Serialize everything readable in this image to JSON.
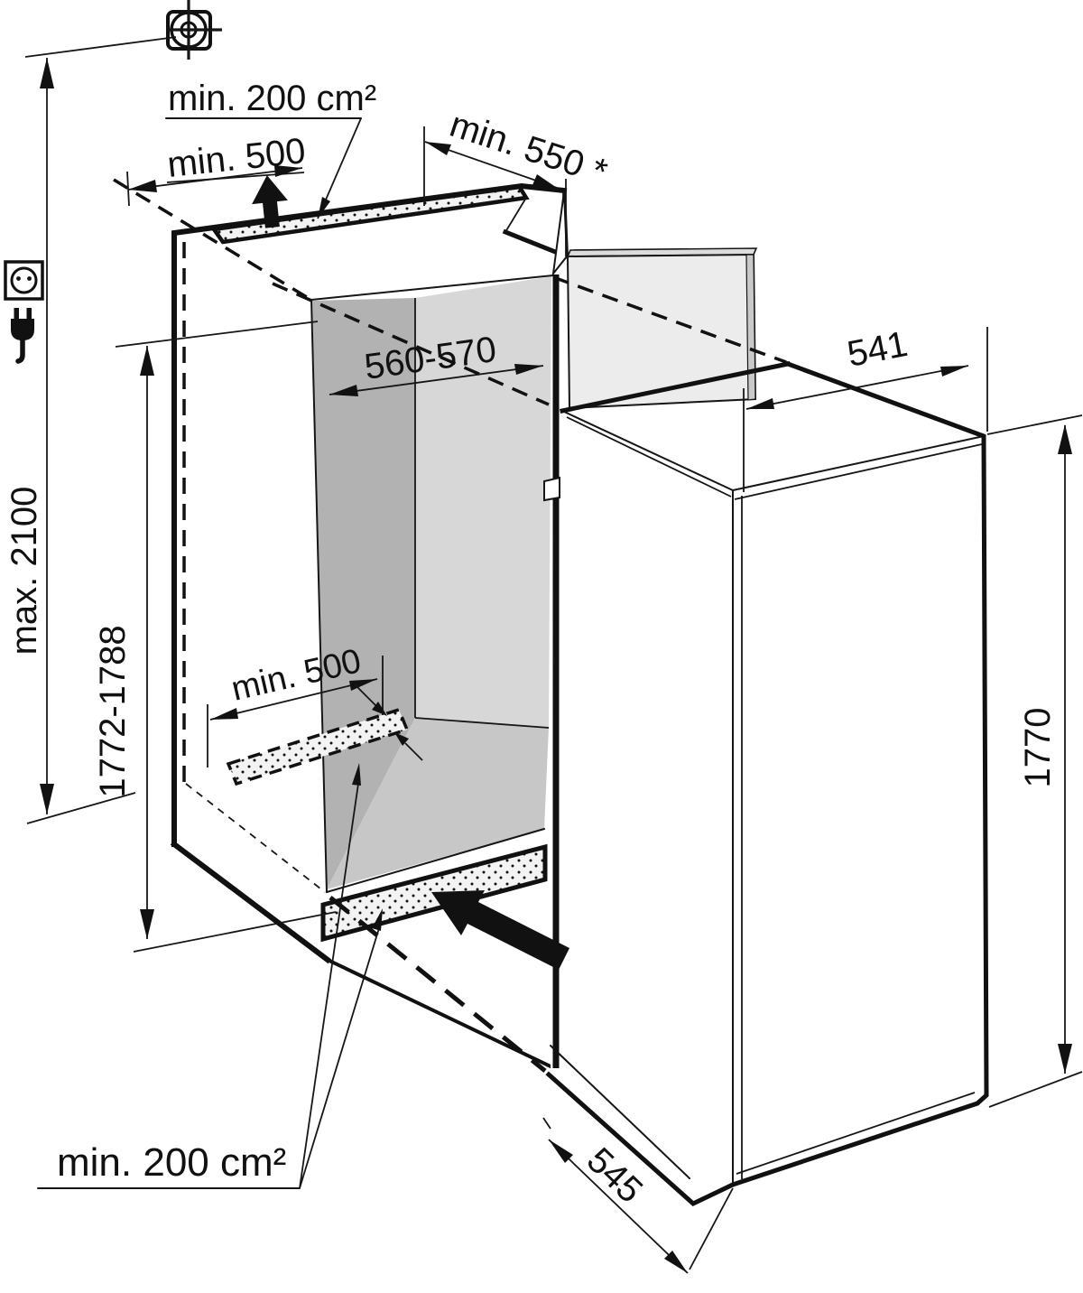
{
  "diagram": {
    "kind": "appliance installation dimension drawing",
    "labels": {
      "top_vent_area": "min. 200 cm²",
      "top_clearance": "min. 500",
      "niche_depth": "min. 550 *",
      "niche_width": "560-570",
      "niche_height": "1772-1788",
      "ceiling_height": "max. 2100",
      "rear_floor_clearance": "min. 500",
      "bottom_vent_area": "min. 200 cm²",
      "appliance_width": "541",
      "appliance_height": "1770",
      "appliance_depth": "545"
    },
    "icons": [
      "drill-template-mark",
      "power-socket-icon",
      "power-plug-icon",
      "airflow-up-arrow",
      "airflow-in-arrow"
    ],
    "colors": {
      "line": "#111111",
      "niche_side_wall": "#b2b2b2",
      "niche_back_wall": "#d7d7d7",
      "niche_floor": "#c7c7c7",
      "door_panel": "#ececec",
      "door_edge": "#c9c9c9",
      "vent_fill": "#f3f3f3",
      "background": "#ffffff"
    }
  }
}
